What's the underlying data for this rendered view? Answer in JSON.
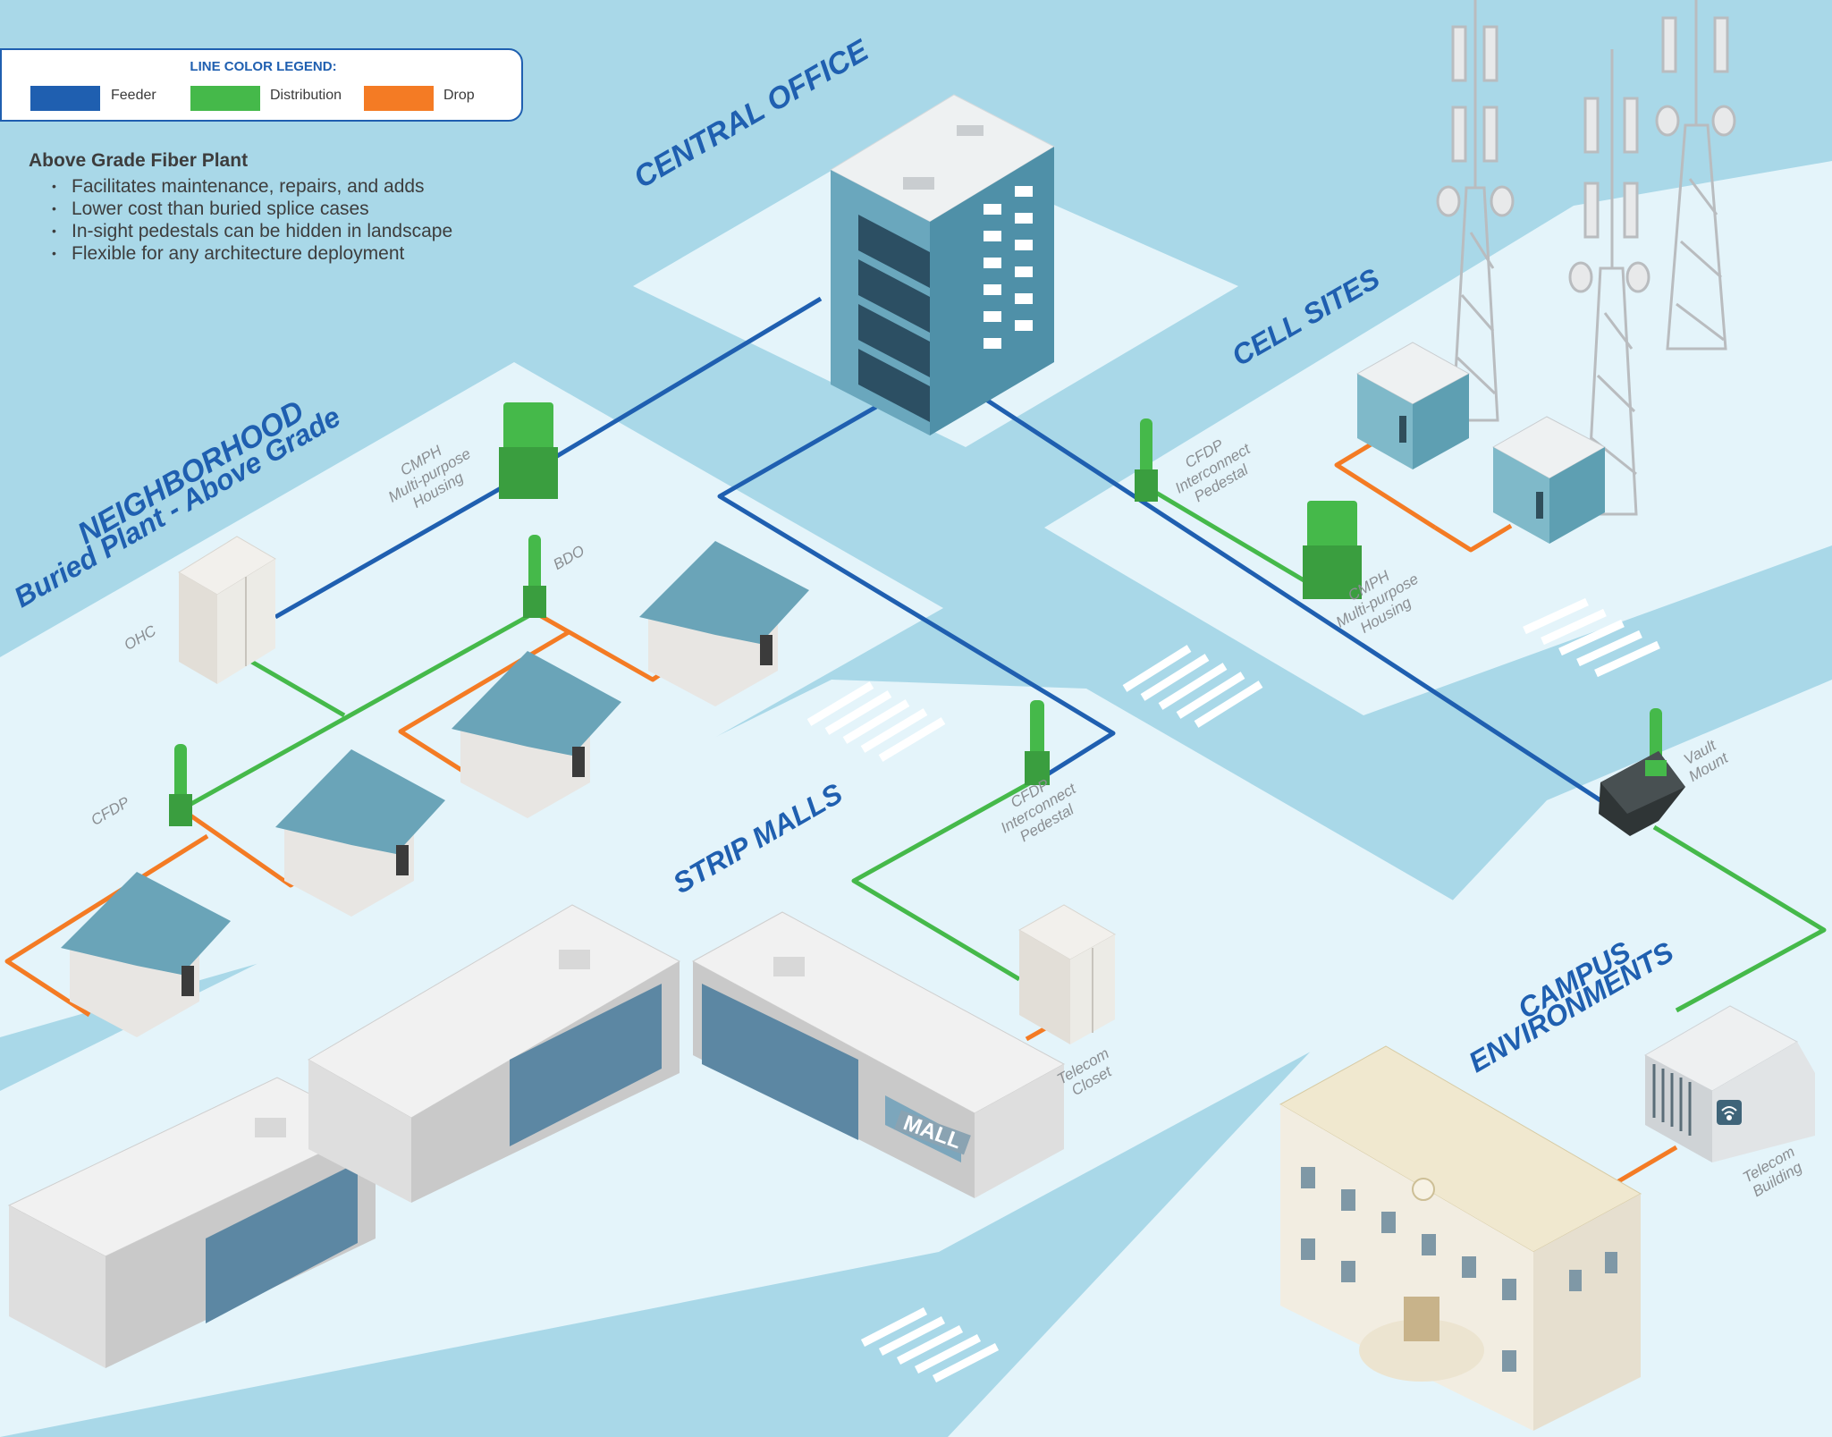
{
  "legend": {
    "title": "LINE COLOR LEGEND:",
    "items": [
      {
        "label": "Feeder",
        "color": "#1f5fb0"
      },
      {
        "label": "Distribution",
        "color": "#45b94a"
      },
      {
        "label": "Drop",
        "color": "#f47b24"
      }
    ]
  },
  "notes": {
    "title": "Above Grade Fiber Plant",
    "bullets": [
      "Facilitates maintenance, repairs, and adds",
      "Lower cost than buried splice cases",
      "In-sight pedestals can be hidden in landscape",
      "Flexible for any architecture deployment"
    ]
  },
  "zones": {
    "central_office": "CENTRAL OFFICE",
    "cell_sites": "CELL SITES",
    "neighborhood_line1": "NEIGHBORHOOD",
    "neighborhood_line2": "Buried Plant - Above Grade",
    "strip_malls": "STRIP MALLS",
    "campus_line1": "CAMPUS",
    "campus_line2": "ENVIRONMENTS"
  },
  "components": {
    "cmph_neighborhood": [
      "CMPH",
      "Multi-purpose",
      "Housing"
    ],
    "ohc": "OHC",
    "bdo": "BDO",
    "cfdp_neighborhood": "CFDP",
    "cfdp_cell": [
      "CFDP",
      "Interconnect",
      "Pedestal"
    ],
    "cmph_cell": [
      "CMPH",
      "Multi-purpose",
      "Housing"
    ],
    "cfdp_mall": [
      "CFDP",
      "Interconnect",
      "Pedestal"
    ],
    "telecom_closet": [
      "Telecom",
      "Closet"
    ],
    "vault_mount": [
      "Vault",
      "Mount"
    ],
    "telecom_building": [
      "Telecom",
      "Building"
    ],
    "mall_sign": "MALL"
  },
  "icons": [
    "cell-tower-icon",
    "house-icon",
    "office-building-icon",
    "pedestal-icon",
    "cabinet-icon",
    "vault-icon",
    "wifi-icon"
  ],
  "colors": {
    "background": "#a9d8e8",
    "ground": "#e4f4fa",
    "zone_text": "#1f5fb0",
    "component_text": "#8a8e92"
  }
}
